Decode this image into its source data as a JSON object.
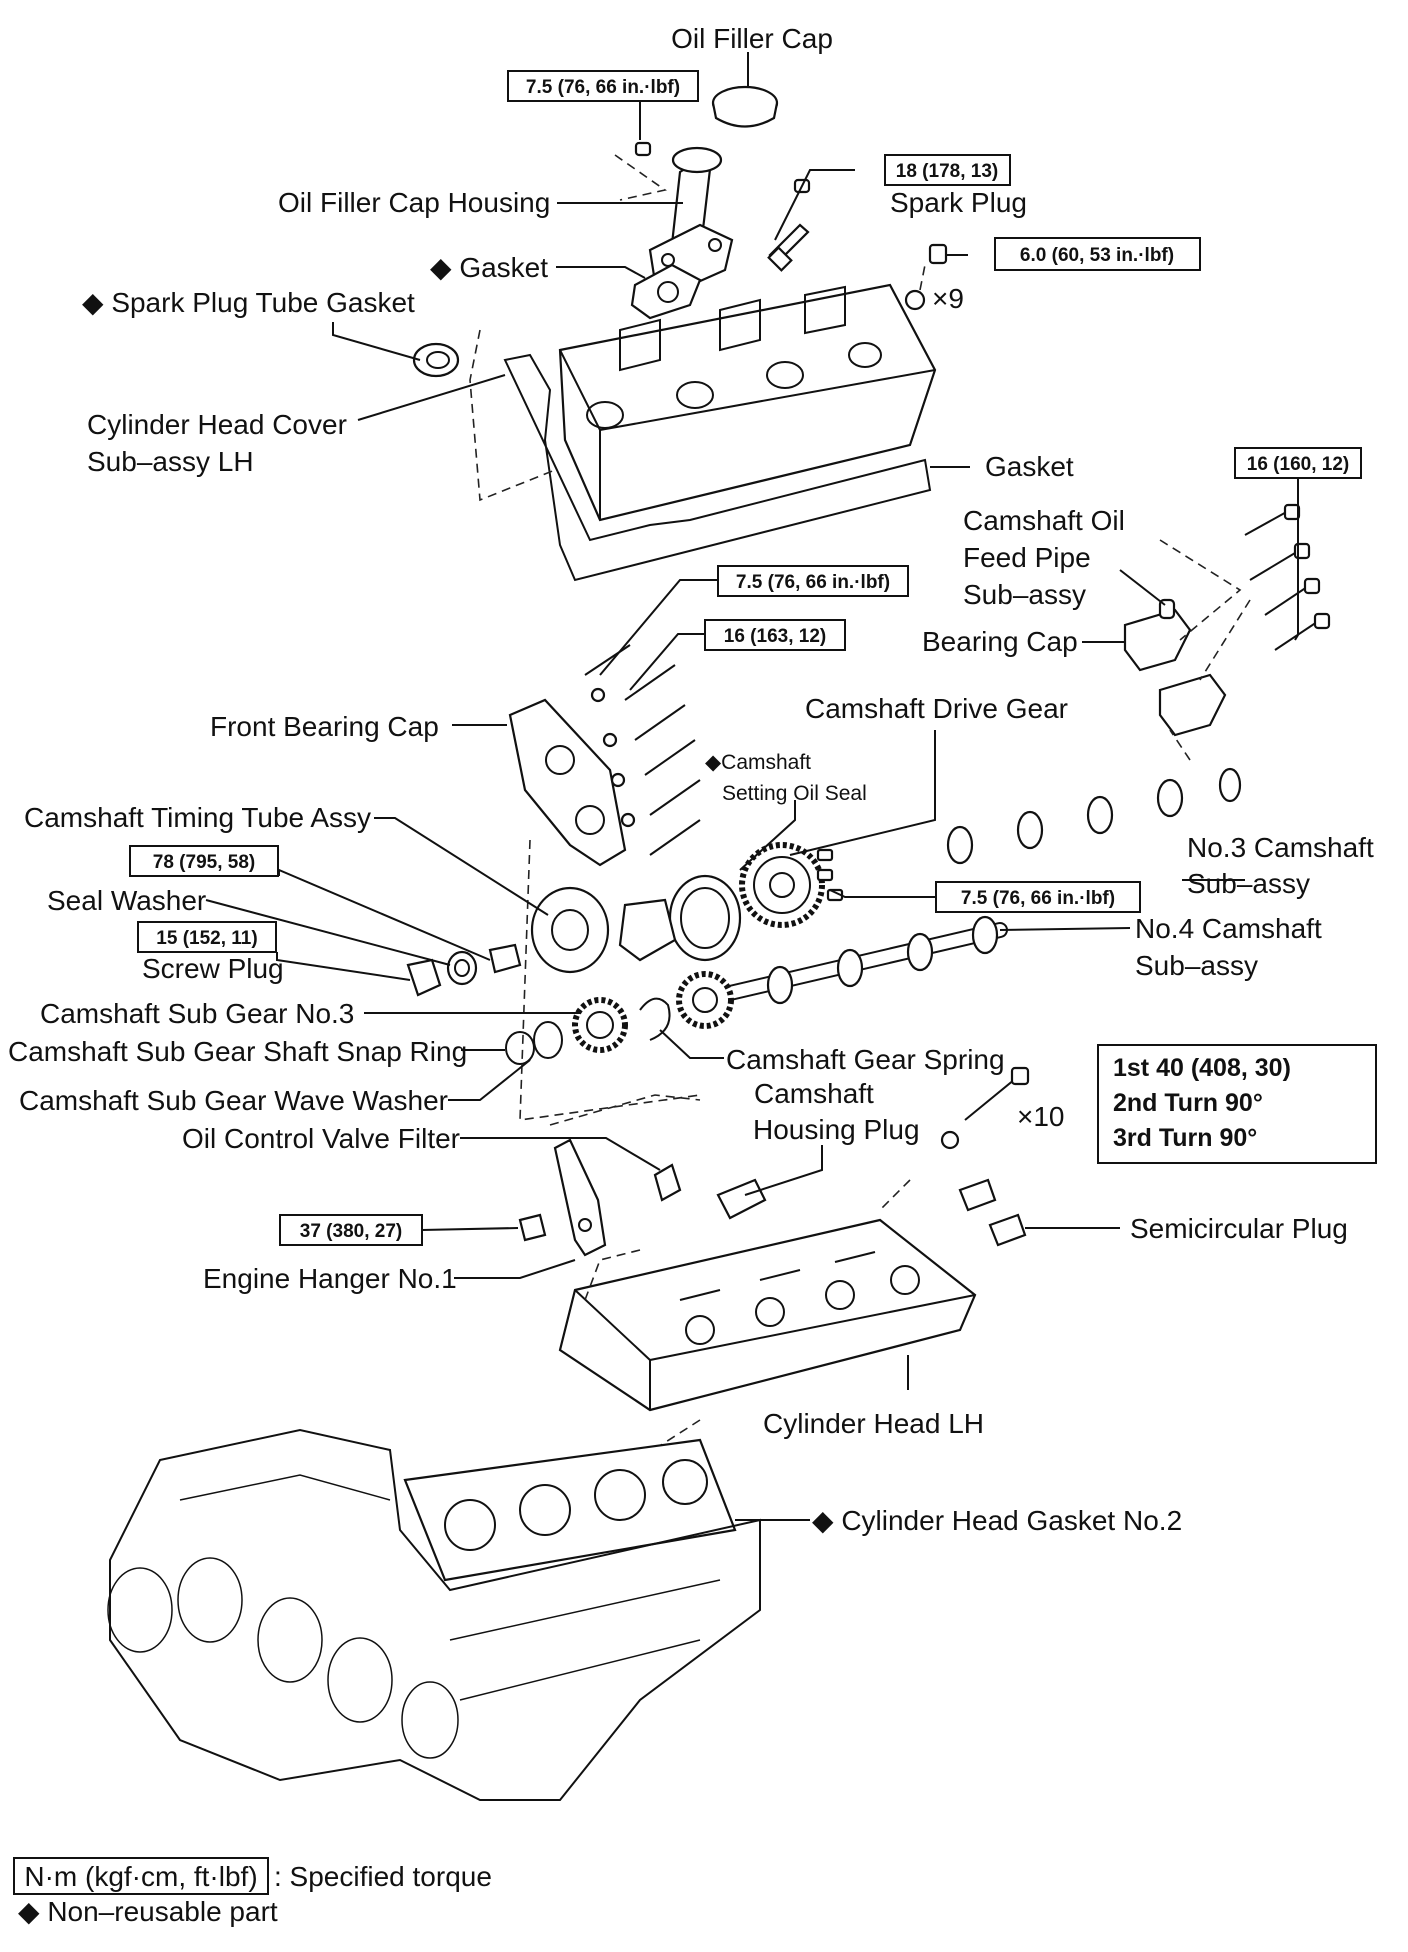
{
  "labels": {
    "oil_filler_cap": "Oil Filler Cap",
    "oil_filler_cap_housing": "Oil Filler Cap Housing",
    "spark_plug": "Spark Plug",
    "gasket_housing": "◆ Gasket",
    "spark_plug_tube_gasket": "◆ Spark Plug Tube Gasket",
    "cylinder_head_cover_1": "Cylinder Head Cover",
    "cylinder_head_cover_2": "Sub–assy LH",
    "gasket_cover": "Gasket",
    "x9": "×9",
    "camshaft_oil_feed_1": "Camshaft Oil",
    "camshaft_oil_feed_2": "Feed Pipe",
    "camshaft_oil_feed_3": "Sub–assy",
    "bearing_cap": "Bearing Cap",
    "front_bearing_cap": "Front Bearing Cap",
    "camshaft_drive_gear": "Camshaft Drive Gear",
    "camshaft_setting_oil_seal_1": "◆Camshaft",
    "camshaft_setting_oil_seal_2": "Setting Oil Seal",
    "camshaft_timing_tube_assy": "Camshaft Timing Tube Assy",
    "no3_camshaft_1": "No.3 Camshaft",
    "no3_camshaft_2": "Sub–assy",
    "seal_washer": "Seal Washer",
    "screw_plug": "Screw Plug",
    "no4_camshaft_1": "No.4 Camshaft",
    "no4_camshaft_2": "Sub–assy",
    "camshaft_sub_gear_no3": "Camshaft Sub Gear No.3",
    "camshaft_sub_gear_shaft_snap_ring": "Camshaft Sub Gear Shaft Snap Ring",
    "camshaft_gear_spring": "Camshaft Gear Spring",
    "camshaft_housing_plug_1": "Camshaft",
    "camshaft_housing_plug_2": "Housing Plug",
    "camshaft_sub_gear_wave_washer": "Camshaft Sub Gear Wave Washer",
    "x10": "×10",
    "oil_control_valve_filter": "Oil Control Valve Filter",
    "semicircular_plug": "Semicircular Plug",
    "engine_hanger_no1": "Engine Hanger No.1",
    "cylinder_head_lh": "Cylinder Head LH",
    "cylinder_head_gasket_no2": "◆ Cylinder Head Gasket No.2"
  },
  "torques": {
    "filler_housing_bolt": "7.5 (76, 66 in.·lbf)",
    "spark_plug": "18 (178, 13)",
    "cover_nut": "6.0 (60, 53 in.·lbf)",
    "bearing_cap_bolt": "16 (160, 12)",
    "front_cap_small_bolt": "7.5 (76, 66 in.·lbf)",
    "front_cap_bolt": "16 (163, 12)",
    "timing_tube_bolt": "78 (795, 58)",
    "screw_plug": "15 (152, 11)",
    "drive_gear_bolt": "7.5 (76, 66 in.·lbf)",
    "engine_hanger_bolt": "37 (380, 27)",
    "head_bolt_step1": "1st 40 (408, 30)",
    "head_bolt_step2": "2nd Turn 90°",
    "head_bolt_step3": "3rd Turn 90°"
  },
  "legend": {
    "torque_unit": "N·m (kgf·cm, ft·lbf)",
    "torque_desc": ": Specified torque",
    "non_reusable": "◆ Non–reusable part"
  }
}
